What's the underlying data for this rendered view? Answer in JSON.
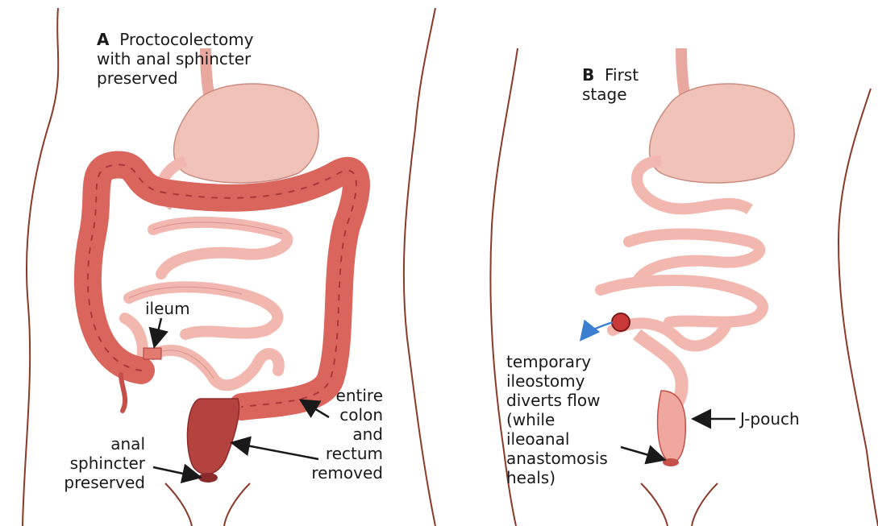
{
  "panel_a": {
    "letter": "A",
    "title_line1": "Proctocolectomy",
    "title_line2": "with anal sphincter",
    "title_line3": "preserved",
    "label_ileum": "ileum",
    "label_removed": [
      "entire",
      "colon",
      "and",
      "rectum",
      "removed"
    ],
    "label_sphincter": [
      "anal",
      "sphincter",
      "preserved"
    ]
  },
  "panel_b": {
    "letter": "B",
    "title_line1": "First",
    "title_line2": "stage",
    "label_ileostomy": [
      "temporary",
      "ileostomy",
      "diverts flow",
      "(while",
      "ileoanal",
      "anastomosis",
      "heals)"
    ],
    "label_jpouch": "J-pouch"
  },
  "colors": {
    "body_outline": "#8a3a2a",
    "colon": "#d9655c",
    "colon_dark": "#a8383a",
    "small_intestine": "#f2b8b0",
    "stomach": "#f0c2b8",
    "arrow": "#1a1a1a",
    "stoma_arrow": "#3b7fd0"
  }
}
